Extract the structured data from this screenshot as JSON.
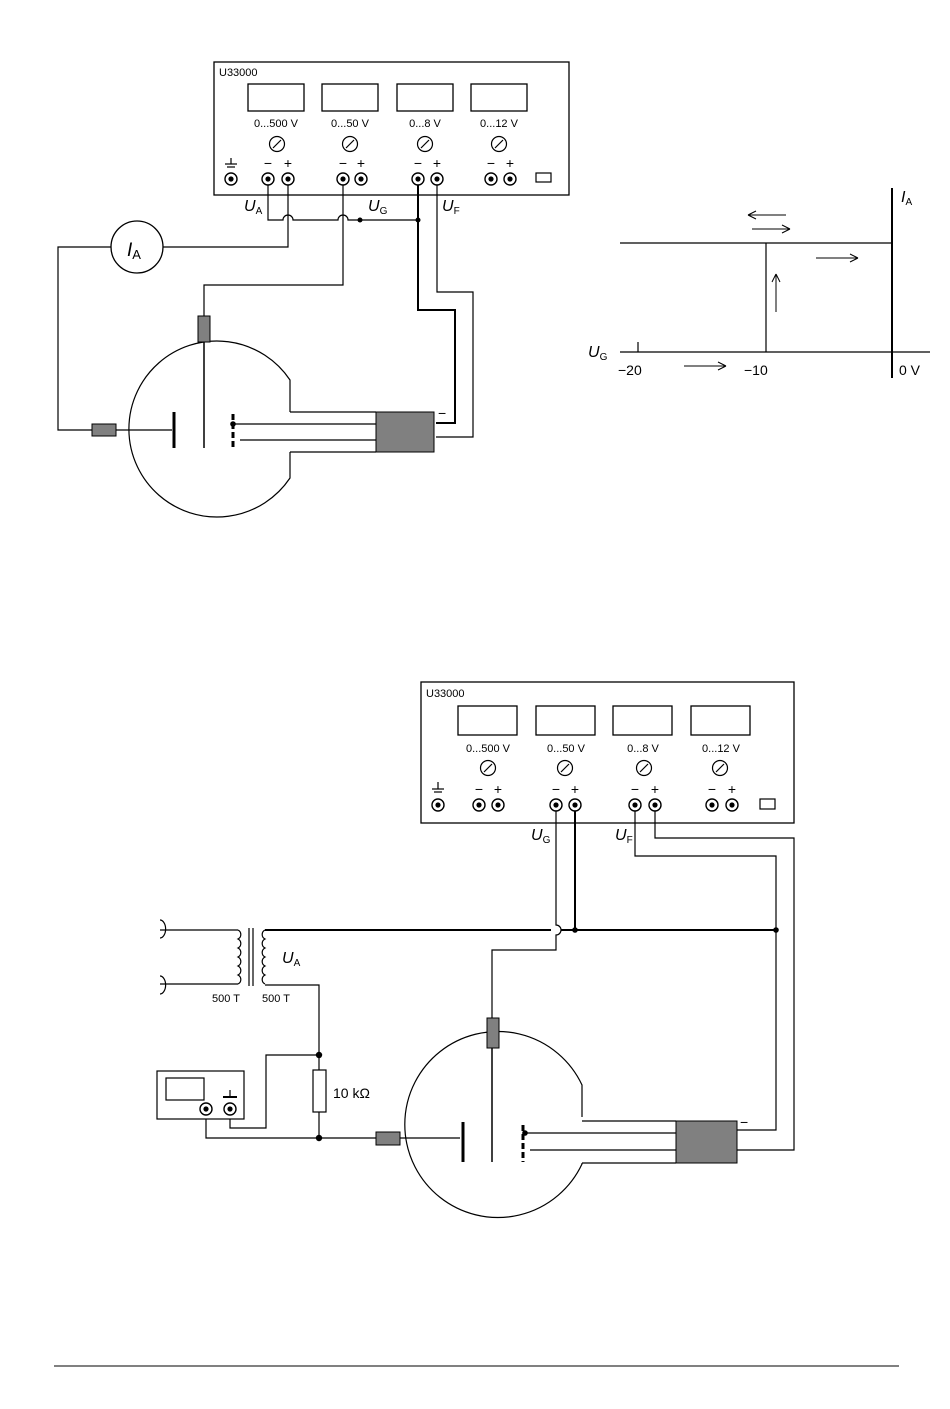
{
  "supply_unit": {
    "model": "U33000",
    "ranges": [
      "0...500 V",
      "0...50 V",
      "0...8 V",
      "0...12 V"
    ],
    "terminal_pair": {
      "minus": "−",
      "plus": "+"
    }
  },
  "figure1": {
    "labels": {
      "UA": {
        "main": "U",
        "sub": "A"
      },
      "UG": {
        "main": "U",
        "sub": "G"
      },
      "UF": {
        "main": "U",
        "sub": "F"
      },
      "IA": {
        "main": "I",
        "sub": "A"
      },
      "minus": "−"
    }
  },
  "graph": {
    "axis_labels": {
      "x": {
        "main": "U",
        "sub": "G"
      },
      "y": {
        "main": "I",
        "sub": "A"
      }
    },
    "ticks": [
      "−20",
      "−10",
      "0 V"
    ]
  },
  "figure2": {
    "labels": {
      "UG": {
        "main": "U",
        "sub": "G"
      },
      "UF": {
        "main": "U",
        "sub": "F"
      },
      "UA": {
        "main": "U",
        "sub": "A"
      },
      "turns_left": "500 T",
      "turns_right": "500 T",
      "resistor": "10 kΩ",
      "minus": "−"
    }
  },
  "colors": {
    "line": "#000000",
    "component_fill": "#808080",
    "background": "#ffffff"
  }
}
